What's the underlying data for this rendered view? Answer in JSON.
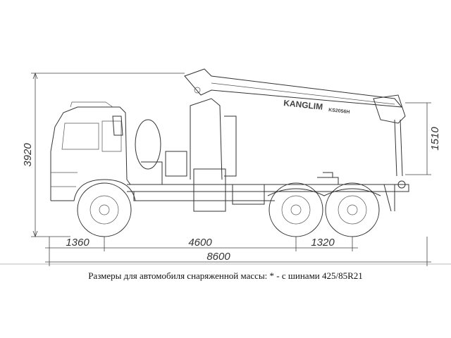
{
  "drawing": {
    "brand_logo": "KANGLIM",
    "model_plate": "KS2056H",
    "dimensions": {
      "overall_height": "3920",
      "boom_height": "1510",
      "front_overhang": "1360",
      "wheelbase": "4600",
      "rear_axle_spacing": "1320",
      "overall_length": "8600"
    }
  },
  "caption": "Размеры для автомобиля снаряженной массы: * - с шинами 425/85R21"
}
